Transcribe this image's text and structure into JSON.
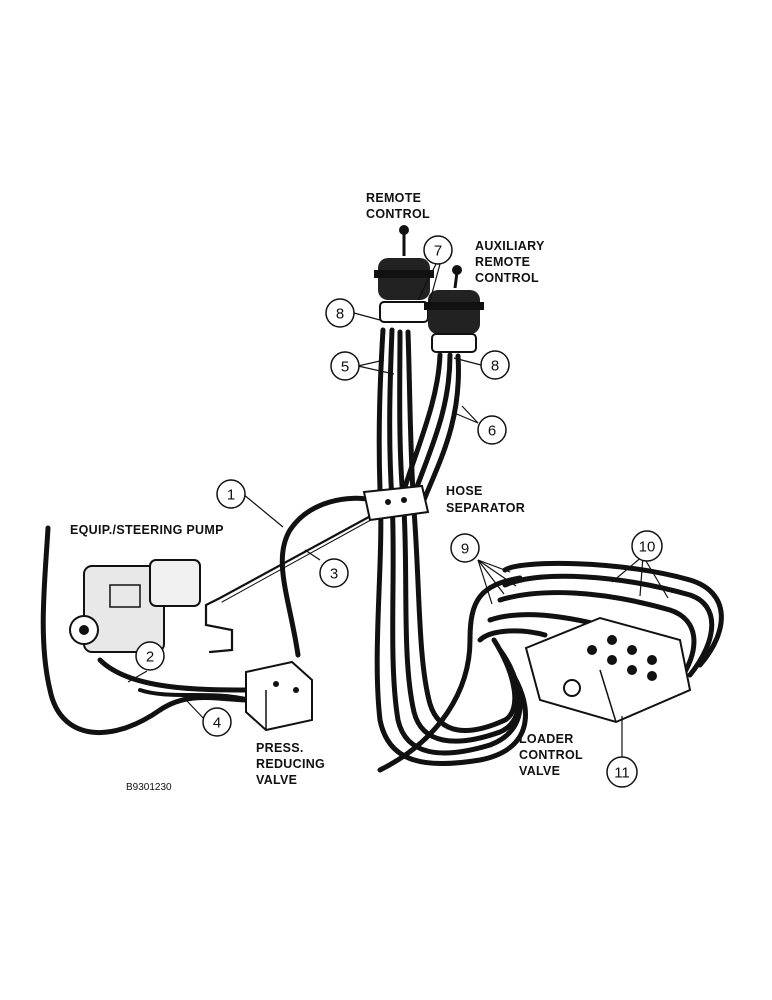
{
  "labels": {
    "remote_control": [
      "REMOTE",
      "CONTROL"
    ],
    "auxiliary_remote_control": [
      "AUXILIARY",
      "REMOTE",
      "CONTROL"
    ],
    "hose_separator": [
      "HOSE",
      "SEPARATOR"
    ],
    "equip_steering_pump": "EQUIP./STEERING PUMP",
    "press_reducing_valve": [
      "PRESS.",
      "REDUCING",
      "VALVE"
    ],
    "loader_control_valve": [
      "LOADER",
      "CONTROL",
      "VALVE"
    ]
  },
  "callouts": [
    "1",
    "2",
    "3",
    "4",
    "5",
    "6",
    "7",
    "8",
    "8",
    "9",
    "10",
    "11"
  ],
  "reference_code": "B9301230"
}
